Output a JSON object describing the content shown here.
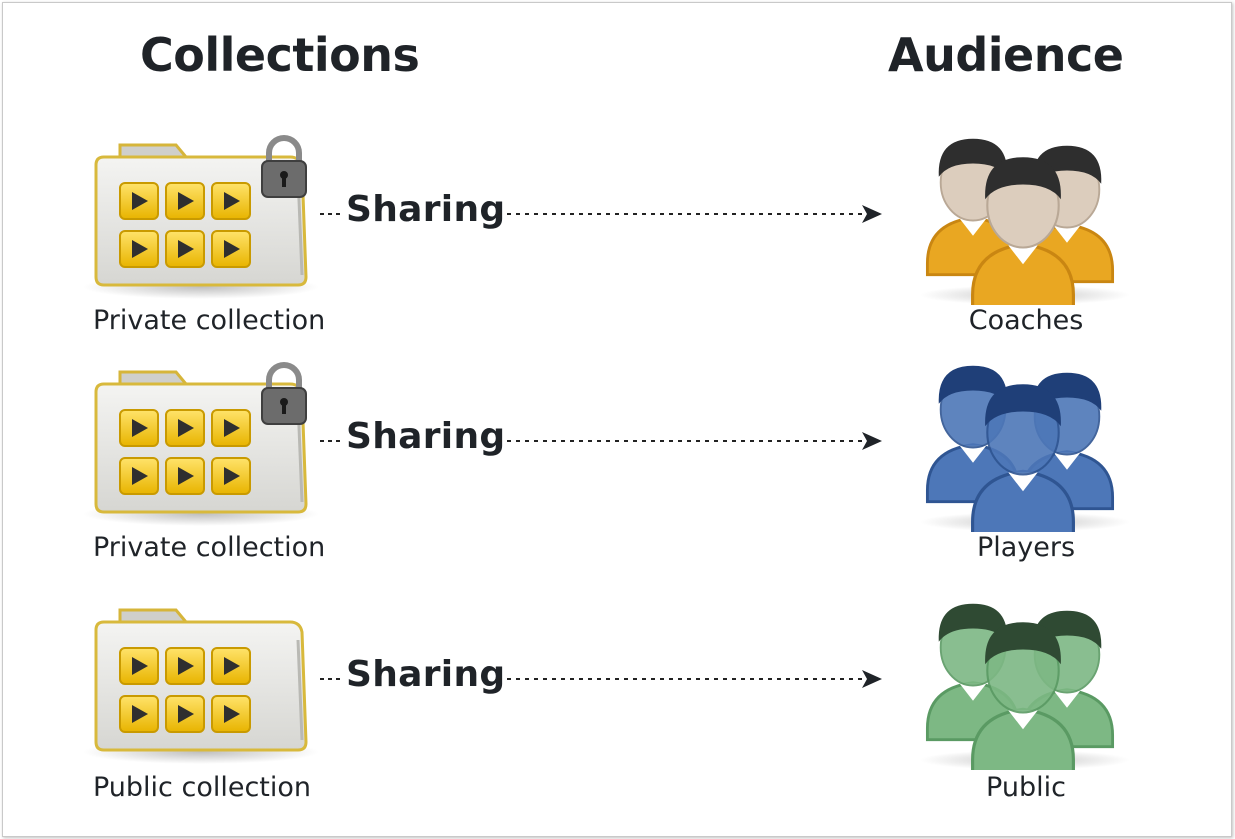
{
  "headings": {
    "collections": "Collections",
    "audience": "Audience"
  },
  "rows": [
    {
      "collection_label": "Private collection",
      "locked": true,
      "action": "Sharing",
      "audience_label": "Coaches",
      "color": "#e9a722",
      "color_dark": "#c98612",
      "hair": "#2e2e2e"
    },
    {
      "collection_label": "Private collection",
      "locked": true,
      "action": "Sharing",
      "audience_label": "Players",
      "color": "#4d77b8",
      "color_dark": "#2f5592",
      "hair": "#1f3f78"
    },
    {
      "collection_label": "Public collection",
      "locked": false,
      "action": "Sharing",
      "audience_label": "Public",
      "color": "#7db884",
      "color_dark": "#5a9a63",
      "hair": "#2f4a33"
    }
  ]
}
